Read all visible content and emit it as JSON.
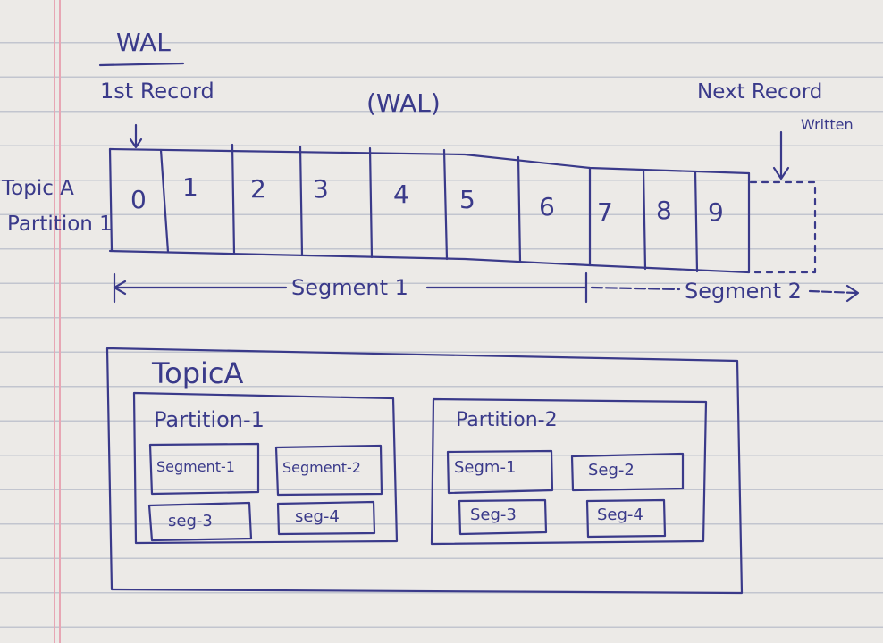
{
  "heading": "WAL",
  "first_record_label": "1st Record",
  "wal_center_label": "(WAL)",
  "next_record_label_1": "Next Record",
  "next_record_label_2": "Written",
  "row_label_line1": "Topic A",
  "row_label_line2": "Partition 1",
  "cells": [
    "0",
    "1",
    "2",
    "3",
    "4",
    "5",
    "6",
    "7",
    "8",
    "9"
  ],
  "segment1_label": "Segment 1",
  "segment2_label": "Segment 2",
  "topic_label": "TopicA",
  "partitions": [
    {
      "label": "Partition-1",
      "segments": [
        "Segment-1",
        "Segment-2",
        "seg-3",
        "seg-4"
      ]
    },
    {
      "label": "Partition-2",
      "segments": [
        "Segm-1",
        "Seg-2",
        "Seg-3",
        "Seg-4"
      ]
    }
  ],
  "colors": {
    "ink": "#3a3a8a",
    "margin": "#e7a6b4",
    "rule": "#c2c5cf",
    "paper": "#eceae7"
  }
}
